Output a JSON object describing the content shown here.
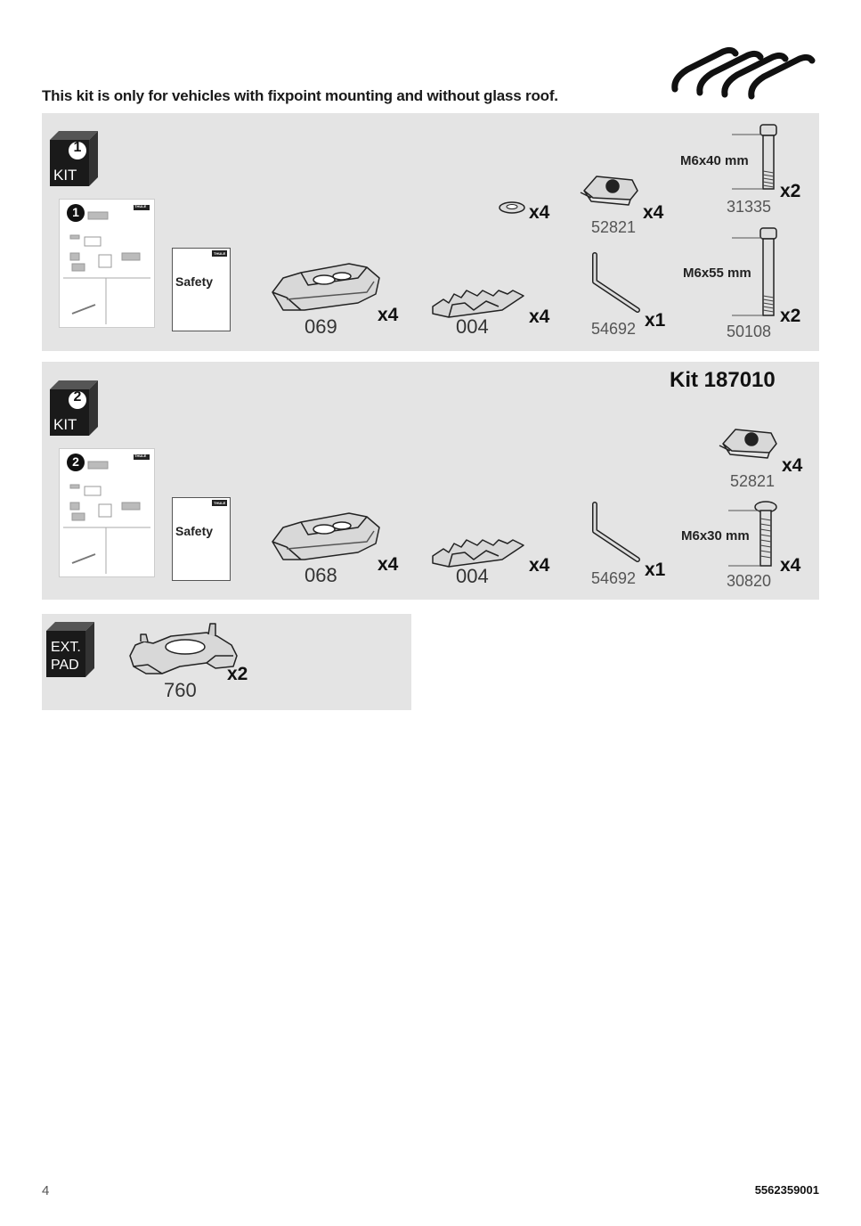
{
  "headline": "This kit is only for vehicles with fixpoint mounting and without glass roof.",
  "kit1": {
    "badge_number": "1",
    "badge_text": "KIT",
    "manual_number": "1",
    "manual_brand": "THULE",
    "safety_label": "Safety",
    "safety_brand": "THULE",
    "parts": [
      {
        "id": "069",
        "qty": "x4"
      },
      {
        "id": "004",
        "qty": "x4"
      },
      {
        "id": "washer",
        "qty": "x4"
      },
      {
        "id": "52821",
        "qty": "x4"
      },
      {
        "id": "54692",
        "qty": "x1"
      },
      {
        "id": "31335",
        "qty": "x2",
        "dim": "M6x40 mm"
      },
      {
        "id": "50108",
        "qty": "x2",
        "dim": "M6x55 mm"
      }
    ]
  },
  "kit2": {
    "title": "Kit 187010",
    "badge_number": "2",
    "badge_text": "KIT",
    "manual_number": "2",
    "manual_brand": "THULE",
    "safety_label": "Safety",
    "safety_brand": "THULE",
    "parts": [
      {
        "id": "068",
        "qty": "x4"
      },
      {
        "id": "004",
        "qty": "x4"
      },
      {
        "id": "52821",
        "qty": "x4"
      },
      {
        "id": "54692",
        "qty": "x1"
      },
      {
        "id": "30820",
        "qty": "x4",
        "dim": "M6x30 mm"
      }
    ]
  },
  "ext": {
    "badge_line1": "EXT.",
    "badge_line2": "PAD",
    "part": {
      "id": "760",
      "qty": "x2"
    }
  },
  "footer": {
    "page": "4",
    "doc_number": "5562359001"
  }
}
